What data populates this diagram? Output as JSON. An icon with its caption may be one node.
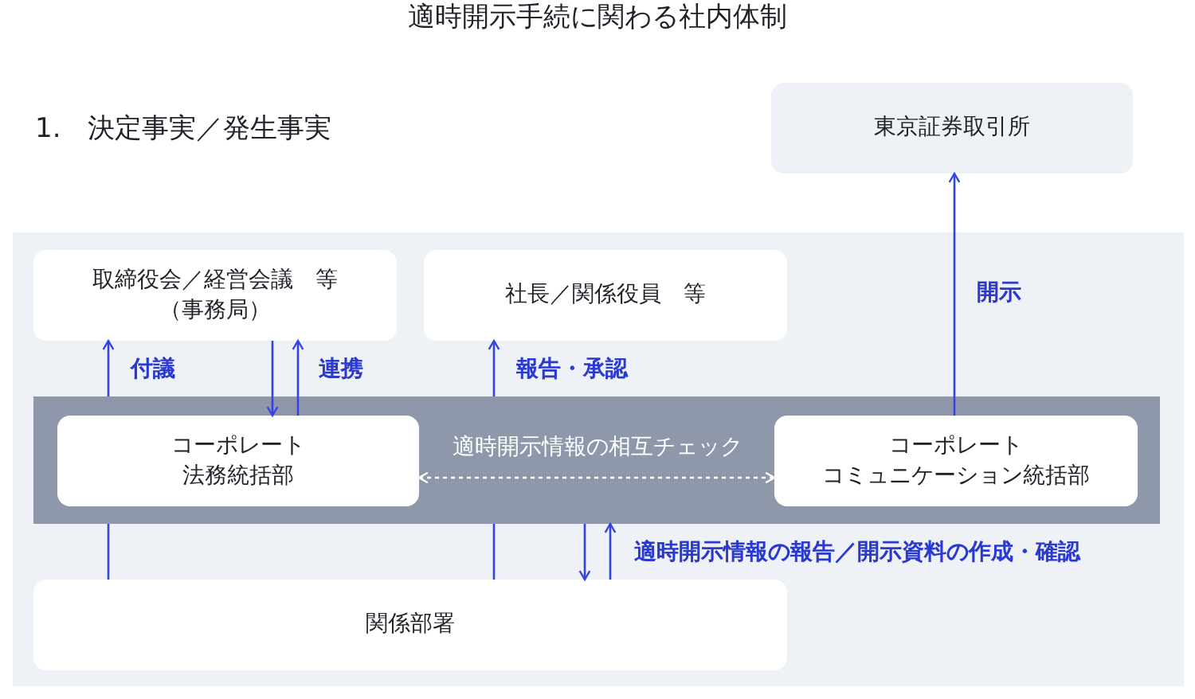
{
  "diagram": {
    "title": "適時開示手続に関わる社内体制",
    "nodes": [
      {
        "text": [
          "東京証券取引所"
        ]
      },
      {
        "text": [],
        "shape": "box"
      },
      {
        "text": [
          "取締役会／経営会議　等",
          "（事務局）"
        ],
        "in": 1
      },
      {
        "text": [
          "社長／関係役員　等"
        ],
        "in": 1
      },
      {
        "text": [],
        "shape": "box",
        "in": 1
      },
      {
        "text": [
          "コーポレート法務統括部"
        ],
        "in": 4
      },
      {
        "text": [
          "コーポレートコミュニケーション統括部"
        ],
        "in": 4
      },
      {
        "text": [
          "関係部署"
        ],
        "in": 1
      }
    ],
    "edges": [
      {
        "from": 4,
        "to": 2,
        "arrow": "to",
        "label": "付議"
      },
      {
        "from": 2,
        "to": 5,
        "arrow": "to"
      },
      {
        "from": 5,
        "to": 2,
        "arrow": "to",
        "label": "連携"
      },
      {
        "from": 4,
        "to": 3,
        "arrow": "to",
        "label": "報告・承認"
      },
      {
        "from": 6,
        "to": 0,
        "arrow": "to",
        "label": "開示"
      },
      {
        "from": 5,
        "to": 6,
        "arrow": "both",
        "label": "適時開示情報の相互チェック",
        "style": "dashed",
        "color": "#ffffff"
      },
      {
        "from": 7,
        "to": 4,
        "arrow": "none"
      },
      {
        "from": 7,
        "to": 4,
        "arrow": "none"
      },
      {
        "from": 4,
        "to": 7,
        "arrow": "to"
      },
      {
        "from": 7,
        "to": 4,
        "arrow": "to",
        "label": "適時開示情報の報告／開示資料の作成・確認"
      }
    ],
    "labels": [
      "1.　決定事実／発生事実"
    ]
  }
}
